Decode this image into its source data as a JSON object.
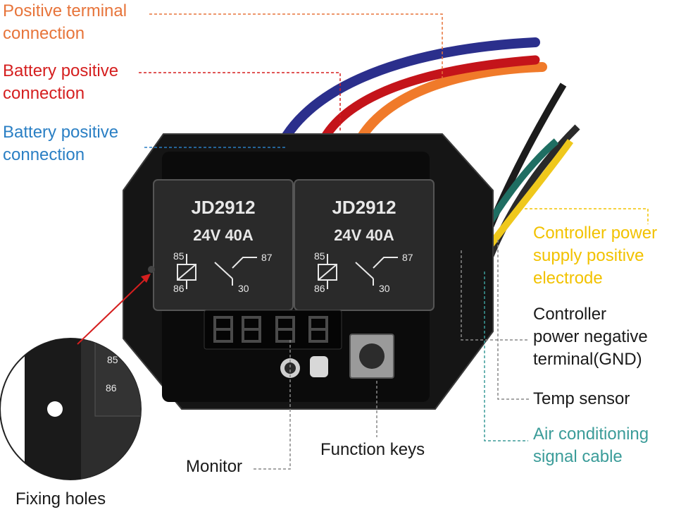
{
  "labels": {
    "positive_terminal": {
      "line1": "Positive terminal",
      "line2": "connection"
    },
    "battery_positive_red": {
      "line1": "Battery positive",
      "line2": "connection"
    },
    "battery_positive_blue": {
      "line1": "Battery positive",
      "line2": "connection"
    },
    "controller_power_positive": {
      "line1": "Controller power",
      "line2": "supply positive",
      "line3": "electrode"
    },
    "controller_power_negative": {
      "line1": "Controller",
      "line2": "power negative",
      "line3": "terminal(GND)"
    },
    "temp_sensor": "Temp sensor",
    "air_conditioning": {
      "line1": "Air conditioning",
      "line2": "signal cable"
    },
    "function_keys": "Function keys",
    "monitor": "Monitor",
    "fixing_holes": "Fixing holes"
  },
  "relays": [
    {
      "model": "JD2912",
      "rating": "24V 40A",
      "pin_85": "85",
      "pin_86": "86",
      "pin_87": "87",
      "pin_30": "30"
    },
    {
      "model": "JD2912",
      "rating": "24V 40A",
      "pin_85": "85",
      "pin_86": "86",
      "pin_87": "87",
      "pin_30": "30"
    }
  ],
  "inset": {
    "pin_85": "85",
    "pin_86": "86"
  },
  "colors": {
    "orange": "#e7743a",
    "red": "#d51f1f",
    "blue": "#2a7fc4",
    "yellow": "#f2c200",
    "teal": "#3b9c99",
    "wire_blue": "#2b2f8c",
    "wire_orange": "#f07a2a",
    "wire_red": "#c4141a"
  }
}
